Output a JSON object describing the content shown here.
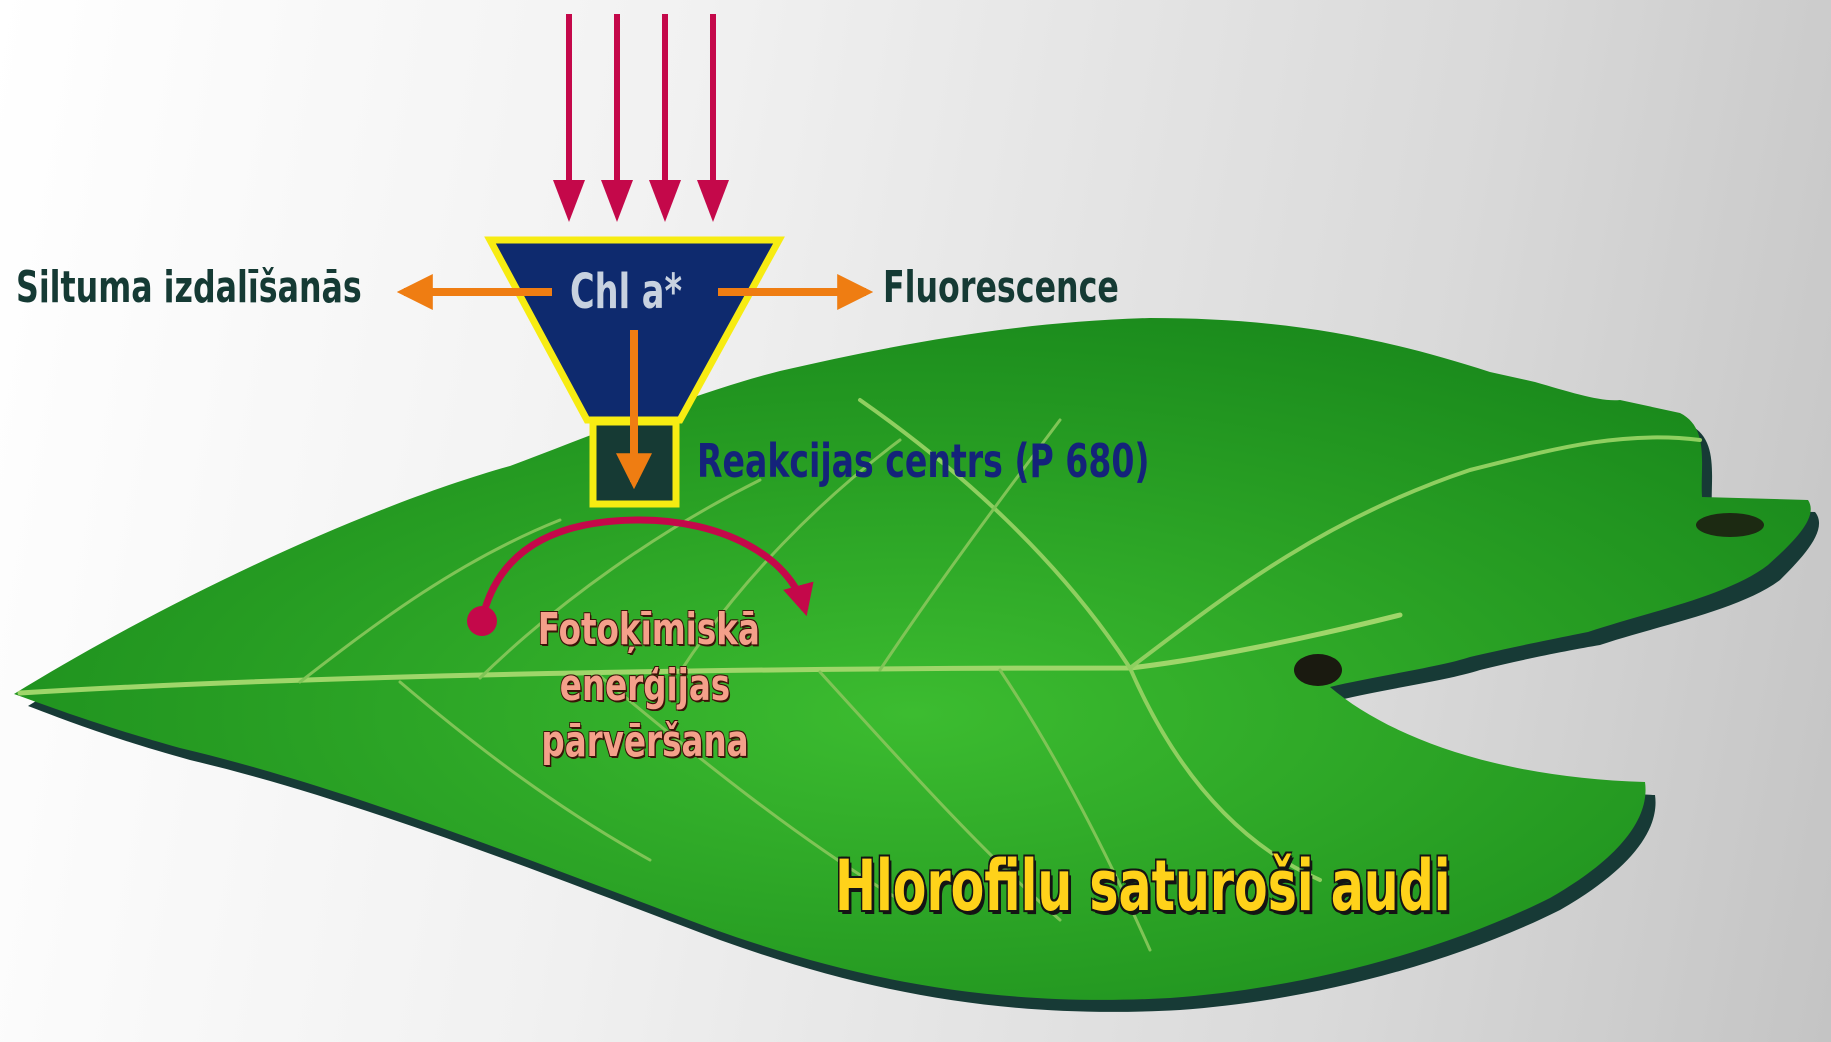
{
  "labels": {
    "heat": "Siltuma izdalīšanās",
    "fluorescence": "Fluorescence",
    "chlorophyll": "Chl a*",
    "reaction_center": "Reakcijas centrs (P 680)",
    "photochemical": [
      "Fotoķīmiskā",
      "enerģijas",
      "pārvēršana"
    ],
    "tissue": "Hlorofilu saturoši audi"
  },
  "colors": {
    "light_arrows": "#c4084a",
    "process_arrows": "#ef7d12",
    "funnel_fill": "#0e2a6e",
    "funnel_border": "#f7ec12",
    "reaction_center_fill": "#163a34",
    "leaf": "#2da626",
    "curved_arrow": "#c4084a"
  }
}
